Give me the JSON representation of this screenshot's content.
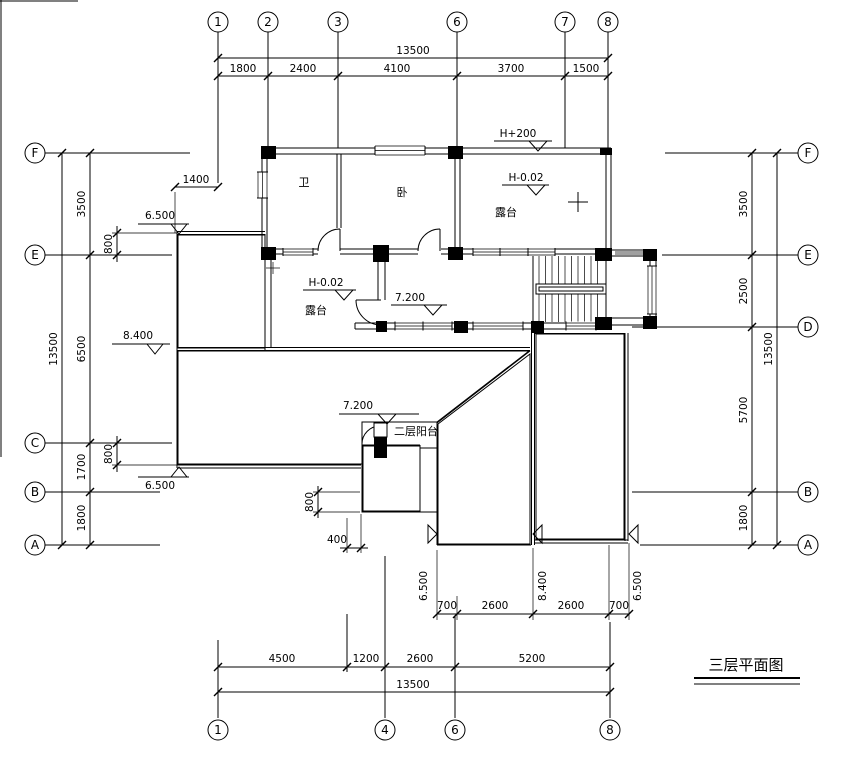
{
  "title": "三层平面图",
  "grid": {
    "top": [
      "1",
      "2",
      "3",
      "6",
      "7",
      "8"
    ],
    "bottom": [
      "1",
      "4",
      "6",
      "8"
    ],
    "left": [
      "F",
      "E",
      "C",
      "B",
      "A"
    ],
    "right": [
      "F",
      "E",
      "D",
      "B",
      "A"
    ]
  },
  "dims": {
    "top_total": "13500",
    "top_segs": [
      "1800",
      "2400",
      "4100",
      "3700",
      "1500"
    ],
    "left_total": "13500",
    "left_segs": [
      "3500",
      "6500",
      "1700",
      "1800"
    ],
    "right_total": "13500",
    "right_segs": [
      "3500",
      "2500",
      "5700",
      "1800"
    ],
    "bottom_total": "13500",
    "bottom_segs": [
      "4500",
      "1200",
      "2600",
      "5200"
    ],
    "bottom_subsegs": [
      "700",
      "2600",
      "2600",
      "700"
    ],
    "width_1400": "1400",
    "h800_top": "800",
    "h800_bottom": "800",
    "balcony_800": "800",
    "balcony_400": "400"
  },
  "levels": {
    "top_terrace_upper": "H+200",
    "top_terrace": "H-0.02",
    "left_terrace": "H-0.02",
    "corridor": "7.200",
    "balcony_area": "7.200",
    "roof_left_top": "6.500",
    "roof_left_mid": "8.400",
    "roof_left_bottom": "6.500",
    "roof_bottom_1": "6.500",
    "roof_bottom_2": "8.400",
    "roof_bottom_3": "6.500"
  },
  "rooms": {
    "bathroom": "卫",
    "bedroom": "卧",
    "terrace_top": "露台",
    "terrace_left": "露台",
    "balcony": "二层阳台"
  }
}
